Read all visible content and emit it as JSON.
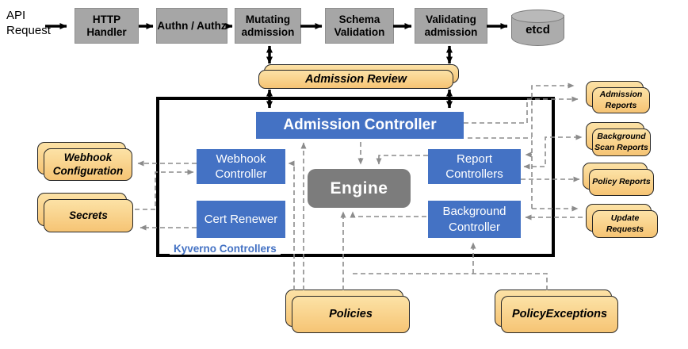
{
  "pipeline": {
    "api_request": "API Request",
    "stages": [
      "HTTP Handler",
      "Authn / Authz",
      "Mutating admission",
      "Schema Validation",
      "Validating admission"
    ],
    "datastore": "etcd"
  },
  "admission_review": {
    "label": "Admission Review"
  },
  "kyverno": {
    "frame_label": "Kyverno Controllers",
    "admission_controller": "Admission Controller",
    "webhook_controller": "Webhook Controller",
    "cert_renewer": "Cert Renewer",
    "engine": "Engine",
    "report_controllers": "Report Controllers",
    "background_controller": "Background Controller"
  },
  "resources": {
    "left": [
      "Webhook Configuration",
      "Secrets"
    ],
    "right": [
      "Admission Reports",
      "Background Scan Reports",
      "Policy Reports",
      "Update Requests"
    ],
    "bottom": [
      "Policies",
      "PolicyExceptions"
    ]
  },
  "colors": {
    "box_blue": "#4472C4",
    "stage_gray": "#A6A6A6",
    "engine_gray": "#7C7C7C",
    "card_yellow_top": "#FCE2A6",
    "card_yellow_bottom": "#F6C474",
    "connector_gray": "#8C8C8C",
    "arrow_black": "#000000"
  }
}
